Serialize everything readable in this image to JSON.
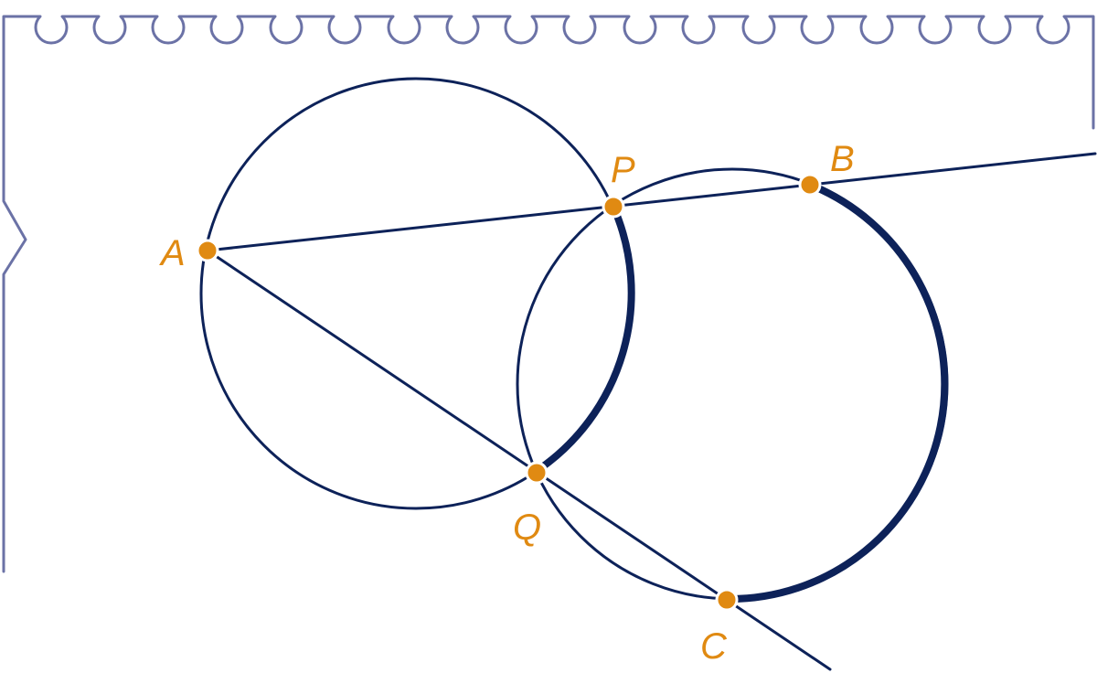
{
  "colors": {
    "paper_edge": "#6b72a6",
    "lines": "#0d2259",
    "points": "#e08a12"
  },
  "points": {
    "A": {
      "label": "A"
    },
    "B": {
      "label": "B"
    },
    "C": {
      "label": "C"
    },
    "P": {
      "label": "P"
    },
    "Q": {
      "label": "Q"
    }
  }
}
